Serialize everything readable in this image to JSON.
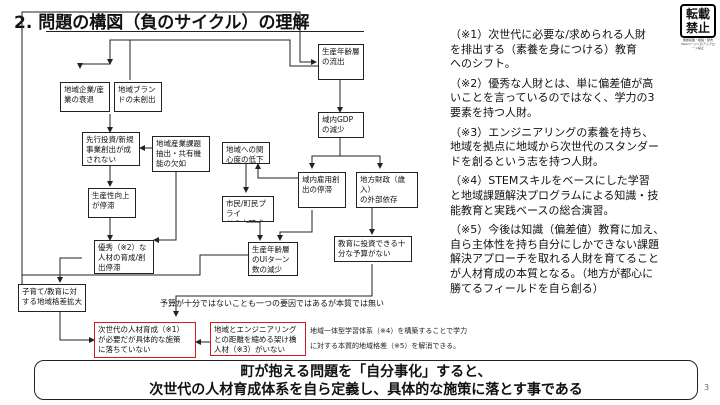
{
  "title": {
    "number": "2.",
    "text": "問題の構図（負のサイクル）の理解"
  },
  "stamp": {
    "line1": "転載",
    "line2": "禁止",
    "fine_print": "無断転載・複製・配布 Webページへのアップロード禁止"
  },
  "boxes": {
    "b_outflow": "生産年齢層\nの流出",
    "b_companies": "地域企業/産\n業の衰退",
    "b_brand": "地域ブラン\nドの未創出",
    "b_gdp": "域内GDP\nの減少",
    "b_invest": "先行投資/新規\n事業創出が成\nされない",
    "b_issues": "地域産業課題\n抽出・共有機\n能の欠如",
    "b_care": "地域への関\n心度の低下",
    "b_jobs": "域内雇用創\n出の停滞",
    "b_tax": "地方財政（歳入）\nの外部依存",
    "b_productivity": "生産性向上\nが停滞",
    "b_pride": "市民/町民プライ\nドの未醸成",
    "b_budget": "教育に投資できる十\n分な予算がない",
    "b_talent": "優秀（※2）な\n人材の育成/創\n出停滞",
    "b_ui": "生産年齢層\nのUIターン\n数の減少",
    "b_parent": "子育て/教育に対\nする地域格差拡大",
    "b_next": "次世代の人材育成（※1）\nが必要だが具体的な施策\nに落ちていない",
    "b_distance": "地域とエンジニアリング\nとの距離を縮める架け橋\n人材（※3）がいない"
  },
  "diagram_note": "予算が十分ではないことも一つの要因ではあるが本質では無い",
  "bottom_notes": {
    "line1": "地域一体型学習体系（※4）を構築することで学力",
    "line2": "に対する本質的地域格差（※5）を解消できる。"
  },
  "notes": [
    "（※1）次世代に必要な/求められる人財\nを排出する（素養を身につける）教育\nへのシフト。",
    "（※2）優秀な人財とは、単に偏差値が高\nいことを言っているのではなく、学力の3\n要素を持つ人財。",
    "（※3）エンジニアリングの素養を持ち、\n地域を拠点に地域から次世代のスタンダー\nドを創るという志を持つ人財。",
    "（※4）STEMスキルをベースにした学習\nと地域課題解決プログラムによる知識・技\n能教育と実践ベースの総合演習。",
    "（※5）今後は知識（偏差値）教育に加え、\n自ら主体性を持ち自分にしかできない課題\n解決アプローチを取れる人財を育てること\nが人材育成の本質となる。（地方が都心に\n勝てるフィールドを自ら創る）"
  ],
  "conclusion": {
    "line1": "町が抱える問題を「自分事化」すると、",
    "line2": "次世代の人材育成体系を自ら定義し、具体的な施策に落とす事である"
  },
  "page_number": "3",
  "colors": {
    "highlight_border": "#d11b1b",
    "line": "#222222"
  }
}
